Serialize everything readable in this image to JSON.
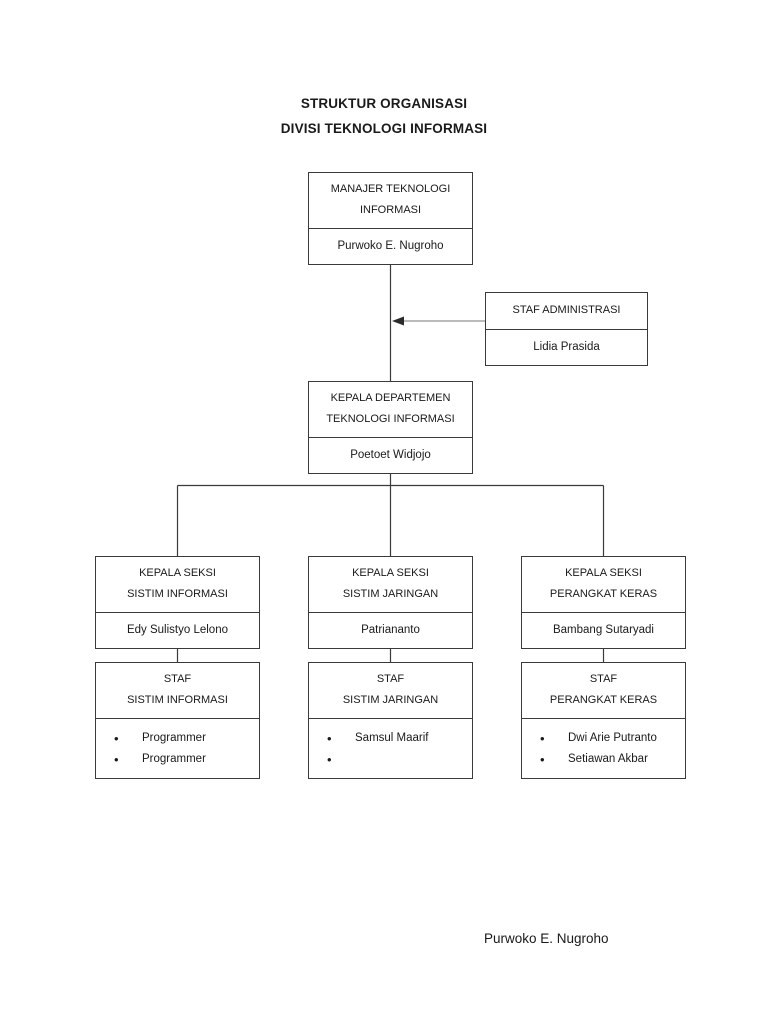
{
  "title": {
    "line1": "STRUKTUR ORGANISASI",
    "line2": "DIVISI TEKNOLOGI INFORMASI"
  },
  "nodes": {
    "manager": {
      "role": "MANAJER TEKNOLOGI\nINFORMASI",
      "name": "Purwoko E. Nugroho"
    },
    "admin": {
      "role": "STAF ADMINISTRASI",
      "name": "Lidia Prasida"
    },
    "department_head": {
      "role": "KEPALA DEPARTEMEN\nTEKNOLOGI INFORMASI",
      "name": "Poetoet Widjojo"
    },
    "section_si": {
      "role": "KEPALA SEKSI\nSISTIM INFORMASI",
      "name": "Edy Sulistyo Lelono"
    },
    "section_sj": {
      "role": "KEPALA SEKSI\nSISTIM JARINGAN",
      "name": "Patriananto"
    },
    "section_pk": {
      "role": "KEPALA SEKSI\nPERANGKAT KERAS",
      "name": "Bambang Sutaryadi"
    },
    "staff_si": {
      "role": "STAF\nSISTIM INFORMASI",
      "members": [
        "Programmer",
        "Programmer"
      ]
    },
    "staff_sj": {
      "role": "STAF\nSISTIM JARINGAN",
      "members": [
        "Samsul Maarif",
        ""
      ]
    },
    "staff_pk": {
      "role": "STAF\nPERANGKAT KERAS",
      "members": [
        "Dwi Arie Putranto",
        "Setiawan Akbar"
      ]
    }
  },
  "signature": "Purwoko E. Nugroho",
  "colors": {
    "border": "#3a3a3a",
    "arrow": "#777777",
    "text": "#1a1a1a",
    "background": "#ffffff"
  }
}
